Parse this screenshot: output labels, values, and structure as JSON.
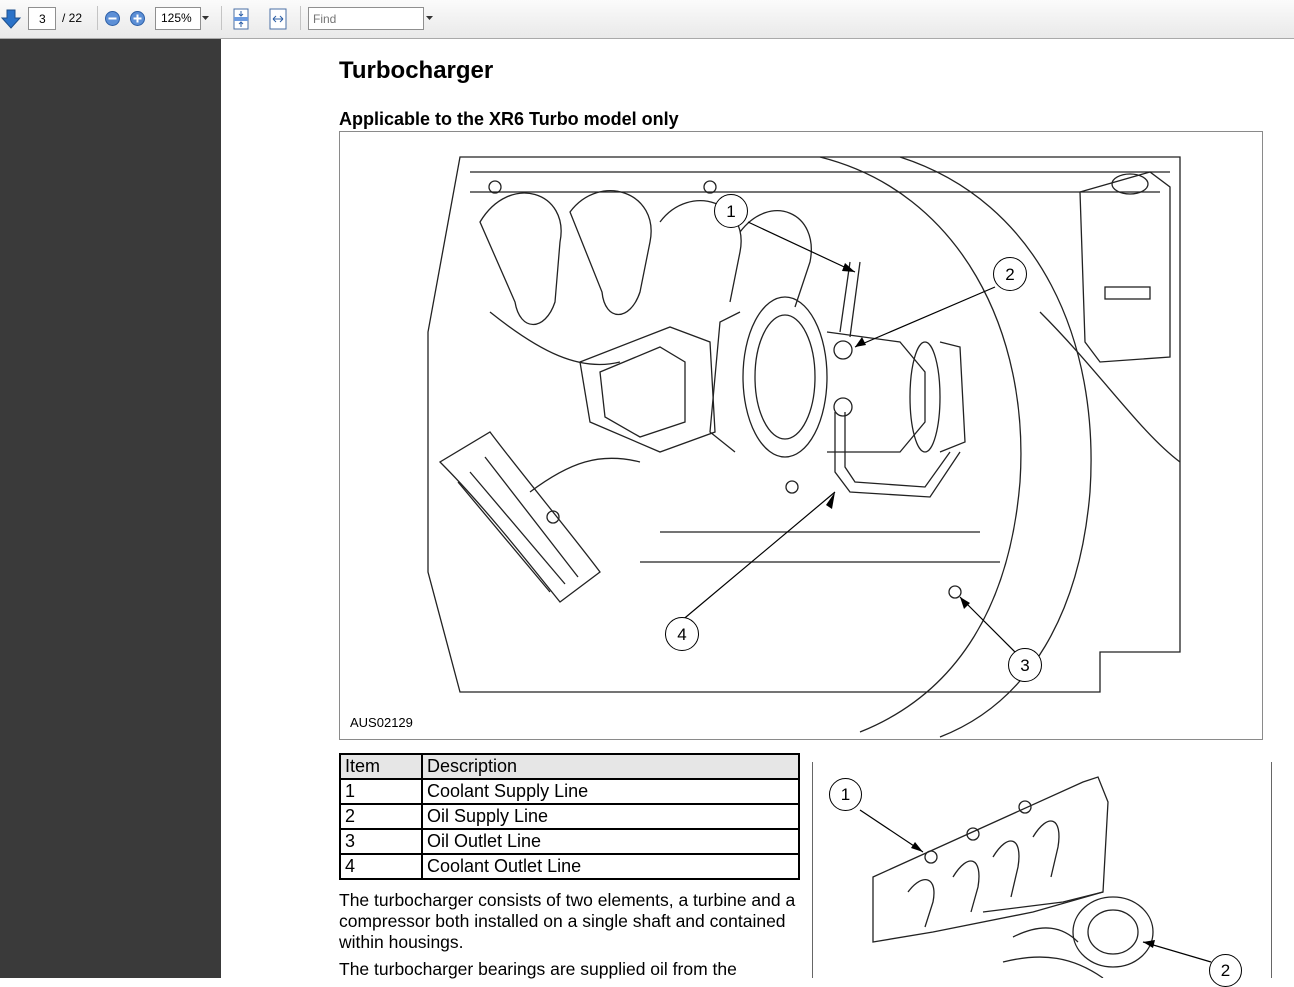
{
  "toolbar": {
    "page_current": "3",
    "page_total": "/ 22",
    "zoom": "125%",
    "find_placeholder": "Find"
  },
  "document": {
    "title": "Turbocharger",
    "subtitle": "Applicable to the XR6 Turbo model only",
    "figure_code": "AUS02129",
    "callouts": [
      "1",
      "2",
      "3",
      "4"
    ],
    "table": {
      "headers": [
        "Item",
        "Description"
      ],
      "rows": [
        [
          "1",
          "Coolant Supply Line"
        ],
        [
          "2",
          "Oil Supply Line"
        ],
        [
          "3",
          "Oil Outlet Line"
        ],
        [
          "4",
          "Coolant Outlet Line"
        ]
      ]
    },
    "paragraphs": [
      "The turbocharger consists of two elements, a turbine and a compressor both installed on a single shaft and contained within housings.",
      "The turbocharger bearings are supplied oil from the"
    ],
    "figure2_callouts": [
      "1",
      "2"
    ]
  },
  "icons": {
    "next_page": "arrow-down-icon",
    "zoom_out": "zoom-out-icon",
    "zoom_in": "zoom-in-icon",
    "fit_page": "fit-page-icon",
    "fit_width": "fit-width-icon"
  },
  "colors": {
    "sidebar": "#3a3a3a",
    "accent_blue": "#2a72c8"
  }
}
